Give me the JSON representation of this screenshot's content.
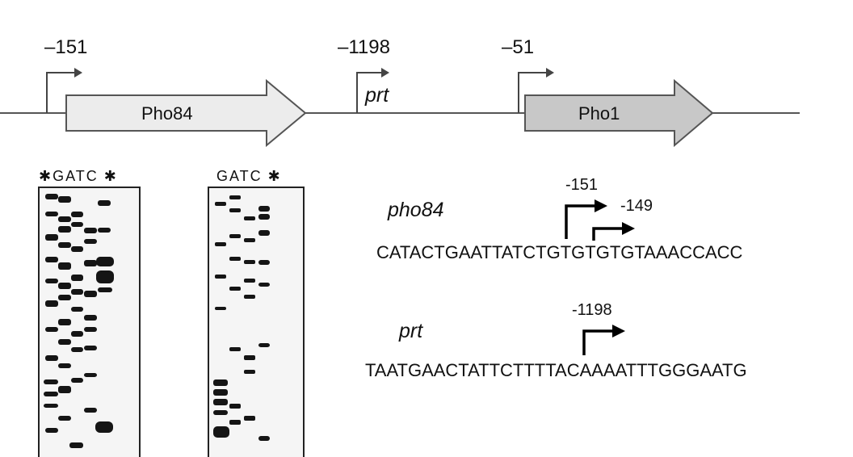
{
  "map": {
    "positions": [
      "–151",
      "–1198",
      "–51"
    ],
    "prt_label": "prt",
    "genes": [
      {
        "label": "Pho84",
        "fill": "#ececec"
      },
      {
        "label": "Pho1",
        "fill": "#c8c8c8"
      }
    ]
  },
  "gels": {
    "gel1_header": "✱GATC ✱",
    "gel2_header": "GATC ✱"
  },
  "sequences": {
    "pho84": {
      "name": "pho84",
      "tss_a": "-151",
      "tss_b": "-149",
      "sequence": "CATACTGAATTATCTGTGTGTGTAAACCACC"
    },
    "prt": {
      "name": "prt",
      "tss": "-1198",
      "sequence": "TAATGAACTATTCTTTTACAAAATTTGGGAATG"
    }
  },
  "colors": {
    "line": "#555555",
    "arrow": "#444444",
    "gel_bg": "#f5f5f5",
    "band": "#151515"
  }
}
